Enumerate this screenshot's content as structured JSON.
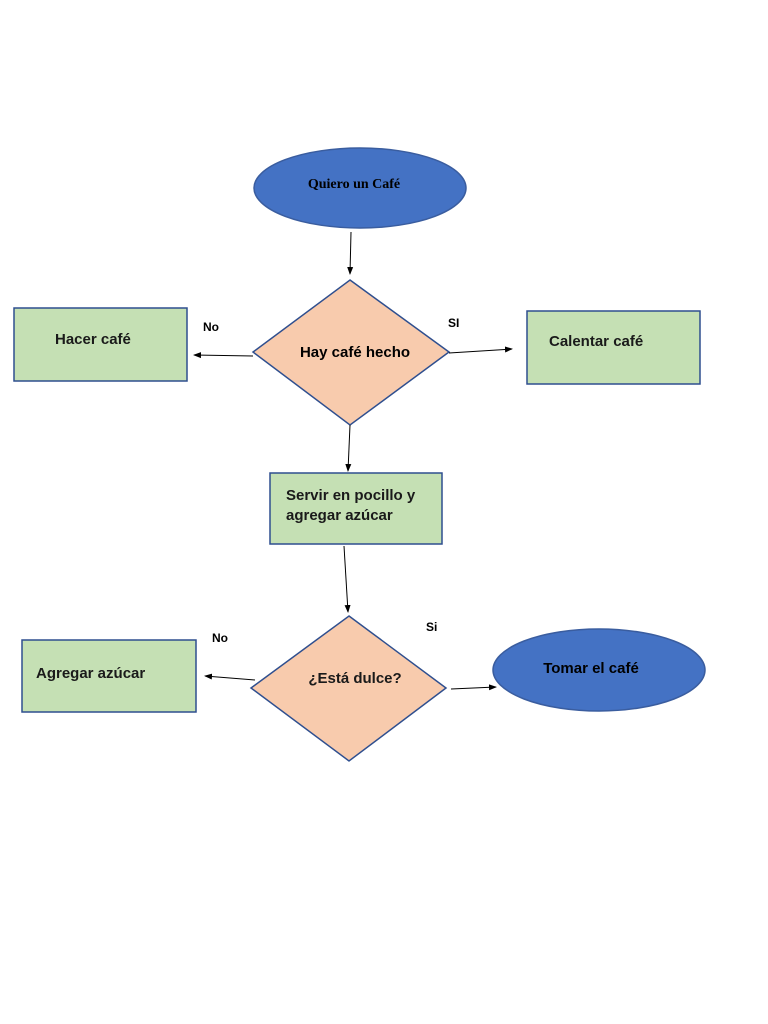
{
  "colors": {
    "oval_fill": "#4472C4",
    "oval_stroke": "#3A5D9F",
    "box_fill": "#C5E0B4",
    "box_stroke": "#2F4F8F",
    "diamond_fill": "#F8CBAD",
    "diamond_stroke": "#2F4F8F",
    "arrow": "#000000"
  },
  "nodes": {
    "start": {
      "text": "Quiero un Café"
    },
    "decision_coffee": {
      "text": "Hay café hecho"
    },
    "make_coffee": {
      "text": "Hacer café"
    },
    "heat_coffee": {
      "text": "Calentar café"
    },
    "serve": {
      "line1": "Servir en pocillo y",
      "line2": "agregar azúcar"
    },
    "decision_sweet": {
      "text": "¿Está dulce?"
    },
    "add_sugar": {
      "text": "Agregar azúcar"
    },
    "drink": {
      "text": "Tomar el café"
    }
  },
  "edge_labels": {
    "coffee_no": "No",
    "coffee_yes": "SI",
    "sweet_no": "No",
    "sweet_yes": "Si"
  }
}
